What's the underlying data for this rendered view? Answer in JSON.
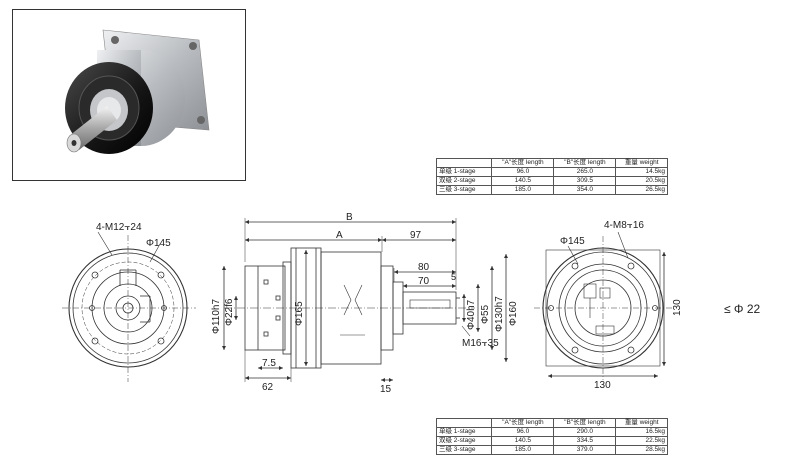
{
  "table_top": {
    "headers": [
      "",
      "\"A\"长度 length",
      "\"B\"长度  length",
      "重量 weight"
    ],
    "rows": [
      [
        "单级 1-stage",
        "96.0",
        "265.0",
        "14.5kg"
      ],
      [
        "双级 2-stage",
        "140.5",
        "309.5",
        "20.5kg"
      ],
      [
        "三级 3-stage",
        "185.0",
        "354.0",
        "26.5kg"
      ]
    ]
  },
  "table_bottom": {
    "headers": [
      "",
      "\"A\"长度 length",
      "\"B\"长度  length",
      "重量 weight"
    ],
    "rows": [
      [
        "单级 1-stage",
        "96.0",
        "290.0",
        "16.5kg"
      ],
      [
        "双级 2-stage",
        "140.5",
        "334.5",
        "22.5kg"
      ],
      [
        "三级 3-stage",
        "185.0",
        "379.0",
        "28.5kg"
      ]
    ]
  },
  "labels": {
    "front_holes": "4-M12⫟24",
    "front_pcd": "Φ145",
    "dim_b": "B",
    "dim_a": "A",
    "dim_97": "97",
    "dim_80": "80",
    "dim_70": "70",
    "dim_5": "5",
    "dia_110": "Φ110h7",
    "dia_22": "Φ22f6",
    "dia_165": "Φ165",
    "dia_40": "Φ40h7",
    "dia_55": "Φ55",
    "dia_130": "Φ130h7",
    "dia_160": "Φ160",
    "thread_m16": "M16⫟35",
    "dim_7_5": "7.5",
    "dim_62": "62",
    "dim_15": "15",
    "rear_holes": "4-M8⫟16",
    "rear_pcd": "Φ145",
    "rear_130_v": "130",
    "rear_130_h": "130",
    "side_note": "≤ Φ 22"
  },
  "colors": {
    "line": "#333333",
    "photo_dark": "#1a1a1a",
    "photo_silver": "#c9ccd0"
  }
}
